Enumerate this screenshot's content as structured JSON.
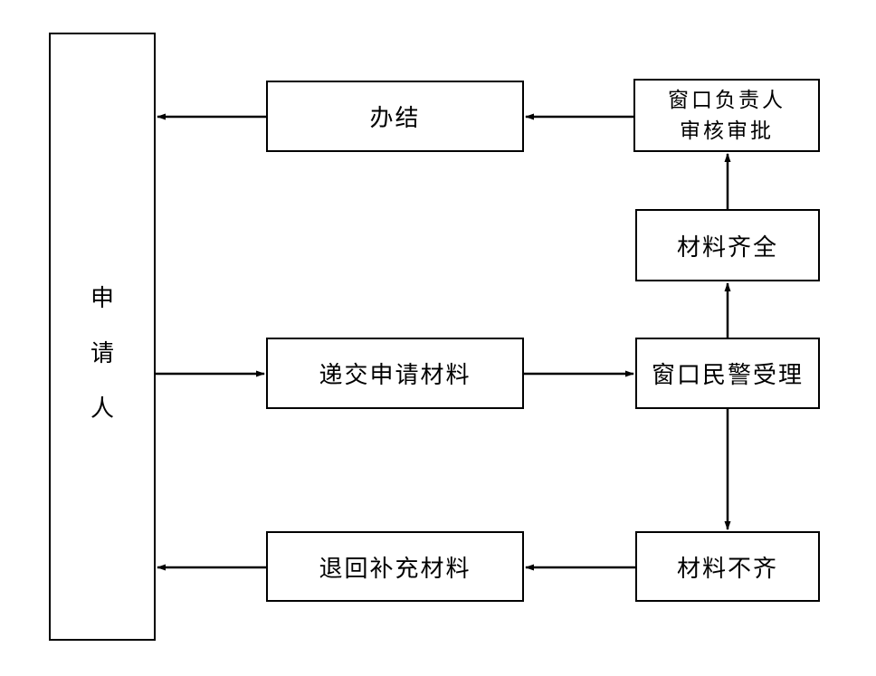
{
  "diagram": {
    "applicant": {
      "chars": [
        "申",
        "请",
        "人"
      ]
    },
    "finish": "办结",
    "approve": {
      "line1": "窗口负责人",
      "line2": "审核审批"
    },
    "complete": "材料齐全",
    "submit": "递交申请材料",
    "accept": "窗口民警受理",
    "return_supplement": "退回补充材料",
    "incomplete": "材料不齐"
  }
}
